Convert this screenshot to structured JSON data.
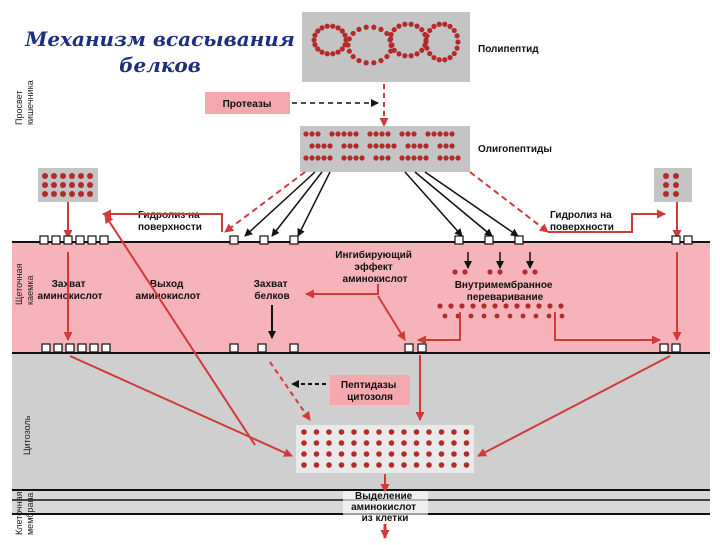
{
  "title": {
    "line1": "Механизм всасывания",
    "line2": "белков"
  },
  "side_labels": {
    "lumen": [
      "Просвет",
      "кишечника"
    ],
    "brush_border": [
      "Щеточная",
      "каемка"
    ],
    "cytosol": "Цитозоль",
    "membrane": [
      "Клеточная",
      "мембрана"
    ]
  },
  "labels": {
    "polypeptide": "Полипептид",
    "proteases": "Протеазы",
    "oligopeptides": "Олигопептиды",
    "hydrolysis_left": [
      "Гидролиз на",
      "поверхности"
    ],
    "hydrolysis_right": [
      "Гидролиз на",
      "поверхности"
    ],
    "uptake_aa": [
      "Захват",
      "аминокислот"
    ],
    "exit_aa": [
      "Выход",
      "аминокислот"
    ],
    "uptake_proteins": [
      "Захват",
      "белков"
    ],
    "inhibiting": [
      "Ингибирующий",
      "эффект",
      "аминокислот"
    ],
    "intramembrane": [
      "Внутримембранное",
      "переваривание"
    ],
    "cytosol_peptidases": [
      "Пептидазы",
      "цитозоля"
    ],
    "aa_release": [
      "Выделение",
      "аминокислот",
      "из клетки"
    ]
  },
  "colors": {
    "bead": "#b32a2a",
    "pink_band": "#f6b3ba",
    "gray_band": "#cfcfcf",
    "box_gray": "#c4c4c4",
    "label_pink": "#f4a8ad",
    "arrow_red": "#d23a3a",
    "title_blue": "#1f2f80"
  }
}
